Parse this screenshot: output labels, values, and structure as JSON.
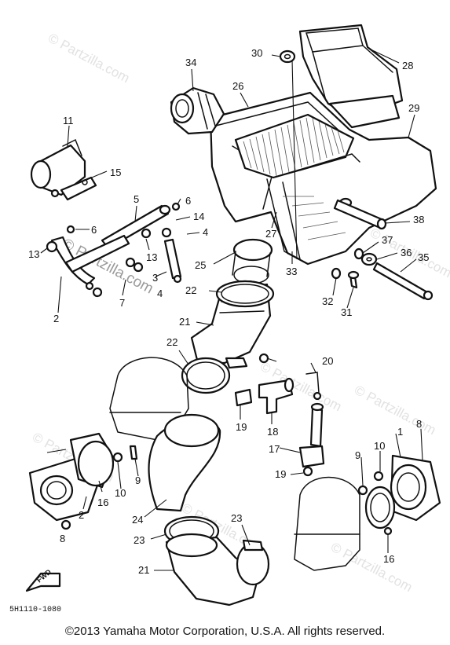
{
  "watermark": {
    "text": "© Partzilla.com",
    "center_text": "© Partzilla.com"
  },
  "diagram_code": "5H1110-1080",
  "fwd_label": "FWD",
  "copyright": "©2013  Yamaha Motor Corporation, U.S.A. All rights reserved.",
  "callouts": {
    "c34": "34",
    "c30": "30",
    "c28": "28",
    "c26": "26",
    "c29": "29",
    "c11": "11",
    "c15": "15",
    "c5": "5",
    "c6a": "6",
    "c6b": "6",
    "c14": "14",
    "c4a": "4",
    "c4b": "4",
    "c13a": "13",
    "c13b": "13",
    "c3": "3",
    "c7": "7",
    "c2a": "2",
    "c25": "25",
    "c27": "27",
    "c33": "33",
    "c38": "38",
    "c37": "37",
    "c36": "36",
    "c35": "35",
    "c32": "32",
    "c31": "31",
    "c22a": "22",
    "c21a": "21",
    "c22b": "22",
    "c20": "20",
    "c19a": "19",
    "c18": "18",
    "c17": "17",
    "c19b": "19",
    "c8a": "8",
    "c8b": "8",
    "c9a": "9",
    "c9b": "9",
    "c10a": "10",
    "c10b": "10",
    "c1": "1",
    "c16a": "16",
    "c16b": "16",
    "c2b": "2",
    "c24": "24",
    "c23a": "23",
    "c23b": "23",
    "c21b": "21"
  }
}
